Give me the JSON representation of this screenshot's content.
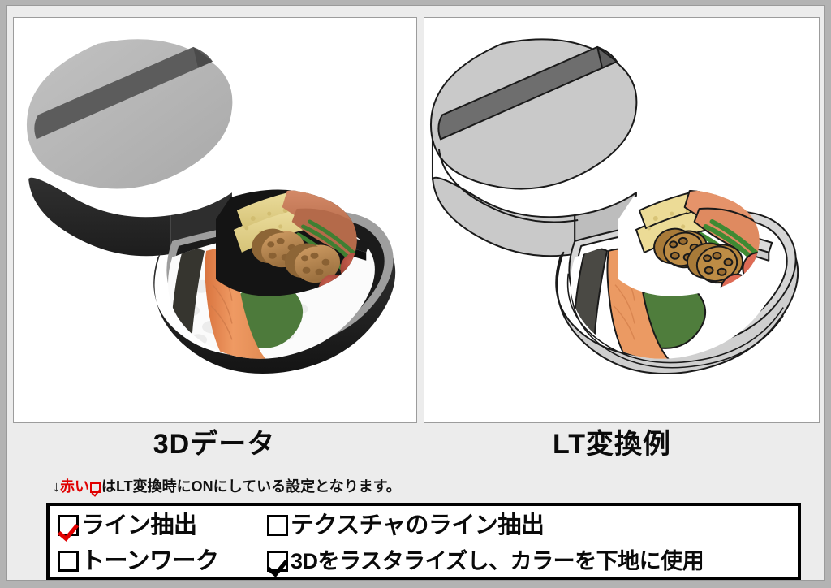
{
  "document": {
    "background_color": "#b3b3b3",
    "sheet_color": "#ececec"
  },
  "panels": [
    {
      "id": "panel-3d",
      "caption": "3Dデータ",
      "style": "shaded-3d-render",
      "subject": "bento-box-with-lid"
    },
    {
      "id": "panel-lt",
      "caption": "LT変換例",
      "style": "line-extracted-lt",
      "subject": "bento-box-with-lid"
    }
  ],
  "captions": {
    "left": "3Dデータ",
    "right": "LT変換例"
  },
  "note": {
    "arrow": "↓",
    "red_prefix": "赤い",
    "rest": "はLT変換時にONにしている設定となります。",
    "red_color": "#e00000"
  },
  "settings": {
    "items": [
      {
        "label": "ライン抽出",
        "checked": true,
        "check_color": "red",
        "column": "left",
        "row": 1
      },
      {
        "label": "トーンワーク",
        "checked": false,
        "check_color": "none",
        "column": "left",
        "row": 2
      },
      {
        "label": "テクスチャのライン抽出",
        "checked": false,
        "check_color": "none",
        "column": "right",
        "row": 1
      },
      {
        "label": "3Dをラスタライズし、カラーを下地に使用",
        "checked": true,
        "check_color": "black",
        "column": "right",
        "row": 2
      }
    ]
  },
  "colors": {
    "lid_top": "#b9b9b9",
    "lid_band": "#5c5c5c",
    "box_dark": "#2b2b2b",
    "rice": "#fdfdfd",
    "salmon": "#e8915a",
    "nori": "#3b3b37",
    "shiso": "#4f7a3a",
    "tamagoyaki": "#e6d795",
    "sausage": "#c87a5a",
    "lotus": "#b98a55",
    "green_bean": "#3f7f32",
    "tomato": "#b55245",
    "lt_outline": "#1a1a1a",
    "lt_body": "#cfcfcf"
  }
}
